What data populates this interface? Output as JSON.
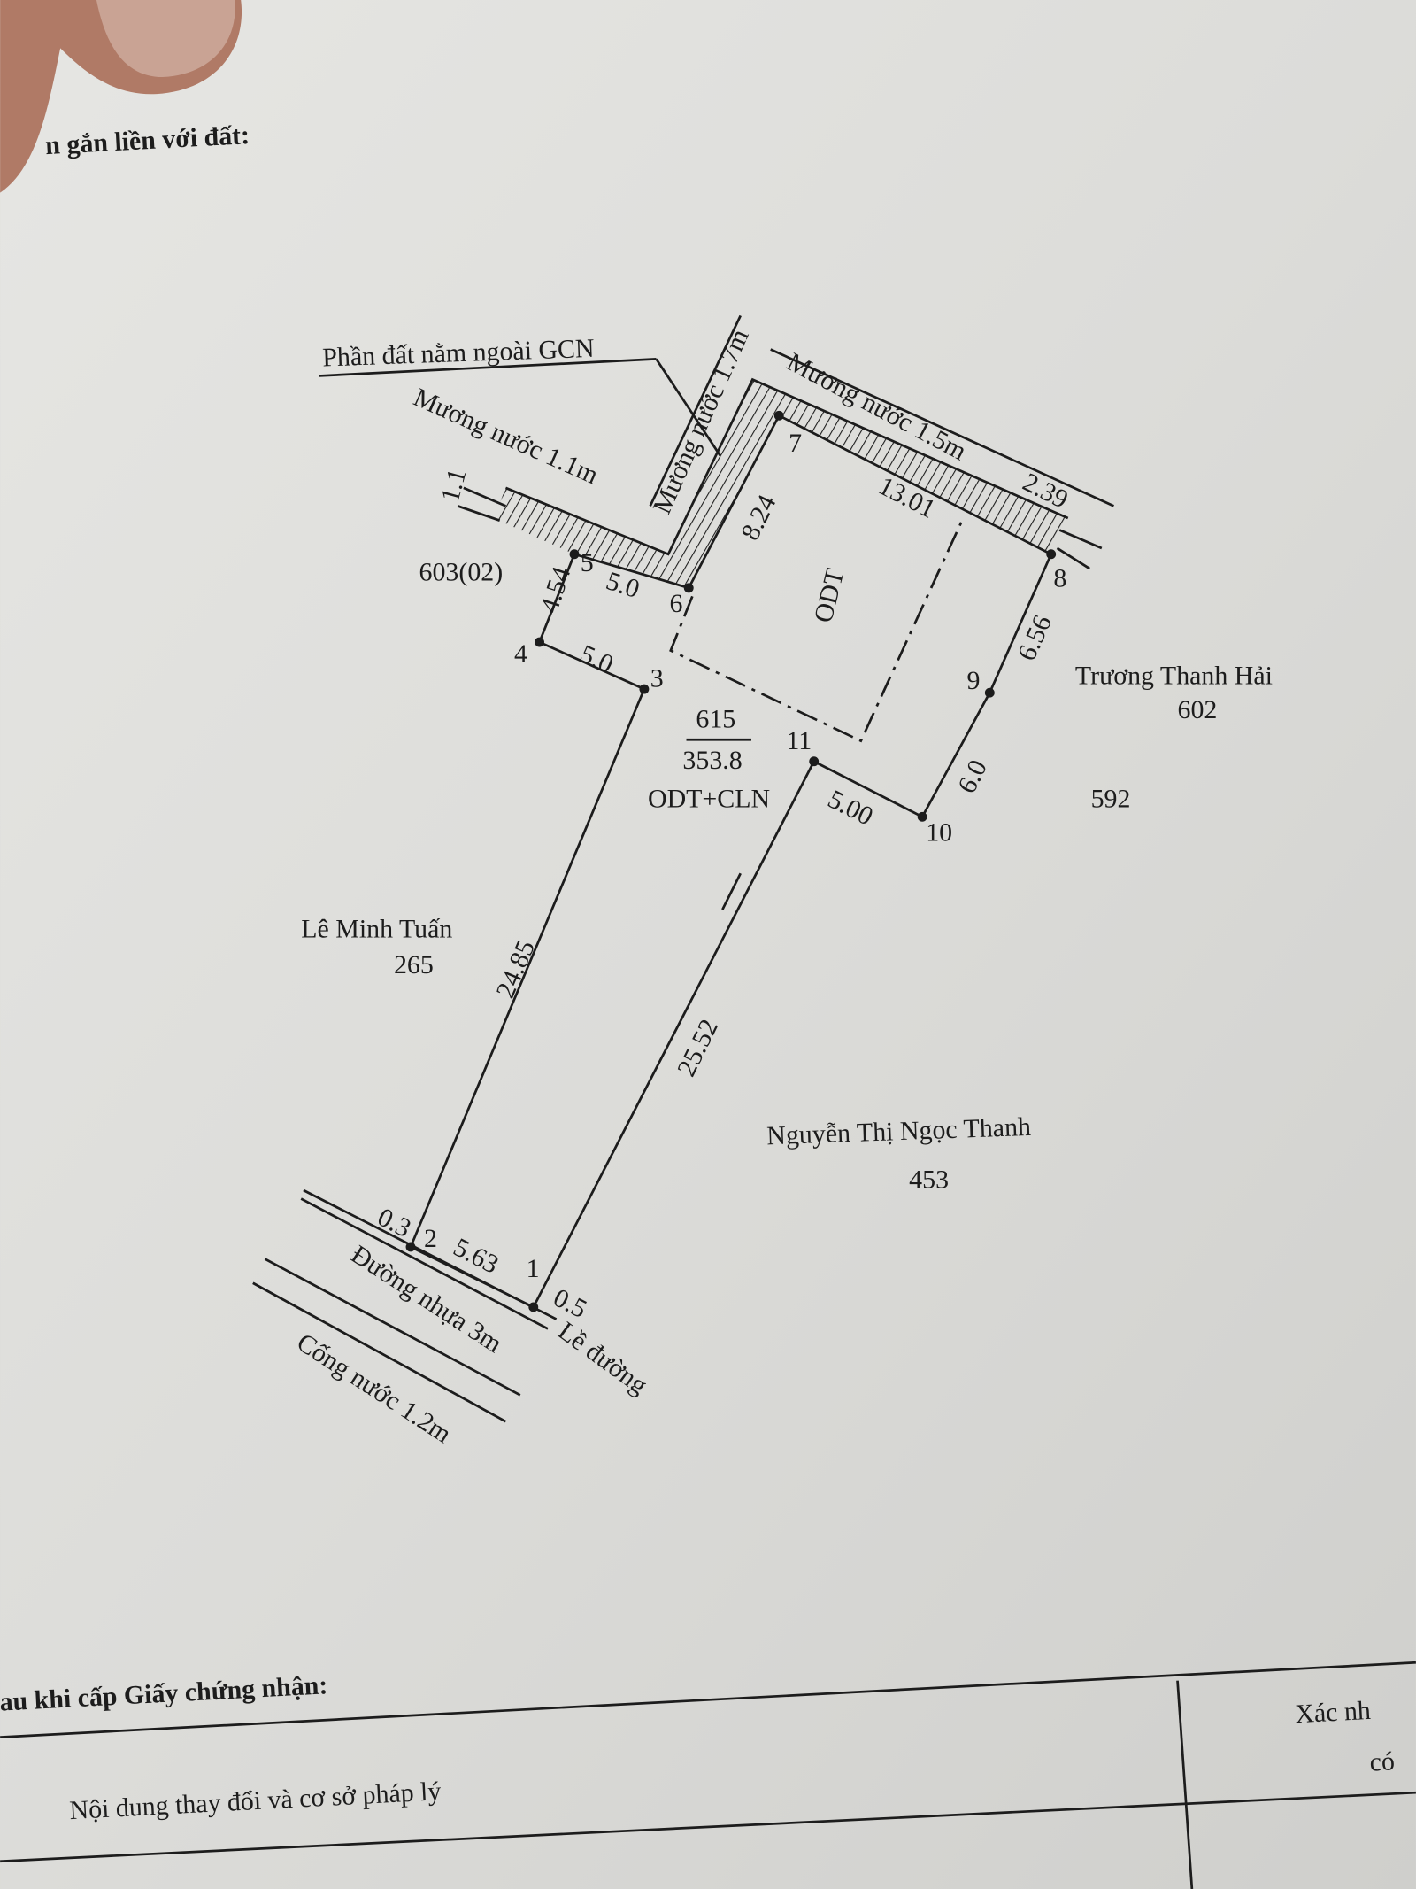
{
  "header_fragment": "n gắn liền với đất:",
  "parcel": {
    "number": "615",
    "area": "353.8",
    "land_use": "ODT+CLN",
    "house_zone": "ODT"
  },
  "labels": {
    "outside_gcn": "Phần đất nằm ngoài GCN",
    "ditch_left": "Mương nước 1.1m",
    "ditch_middle": "Mương nước 1.7m",
    "ditch_top": "Mương nước 1.5m",
    "road": "Đường nhựa 3m",
    "culvert": "Cống nước 1.2m",
    "roadside": "Lề đường"
  },
  "points": [
    "1",
    "2",
    "3",
    "4",
    "5",
    "6",
    "7",
    "8",
    "9",
    "10",
    "11"
  ],
  "dimensions": {
    "d_1_2": "5.63",
    "d_2_3": "24.85",
    "d_3_4": "5.0",
    "d_4_5": "4.54",
    "d_5_6": "5.0",
    "d_6_7": "8.24",
    "d_7_8": "13.01",
    "d_8_9": "6.56",
    "d_9_10": "6.0",
    "d_10_11": "5.00",
    "d_11_1": "25.52",
    "top_right": "2.39",
    "left_ditch_width": "1.1",
    "offset_2": "0.3",
    "offset_1": "0.5"
  },
  "neighbors": [
    {
      "name": "",
      "parcel": "603(02)"
    },
    {
      "name": "Trương Thanh Hải",
      "parcel": "602"
    },
    {
      "name": "",
      "parcel": "592"
    },
    {
      "name": "Lê Minh Tuấn",
      "parcel": "265"
    },
    {
      "name": "Nguyễn Thị Ngọc Thanh",
      "parcel": "453"
    }
  ],
  "changes_section": {
    "heading": "au khi cấp Giấy chứng nhận:",
    "column_content": "Nội dung thay đổi và cơ sở pháp lý",
    "column_confirm_line1": "Xác nh",
    "column_confirm_line2": "có"
  }
}
